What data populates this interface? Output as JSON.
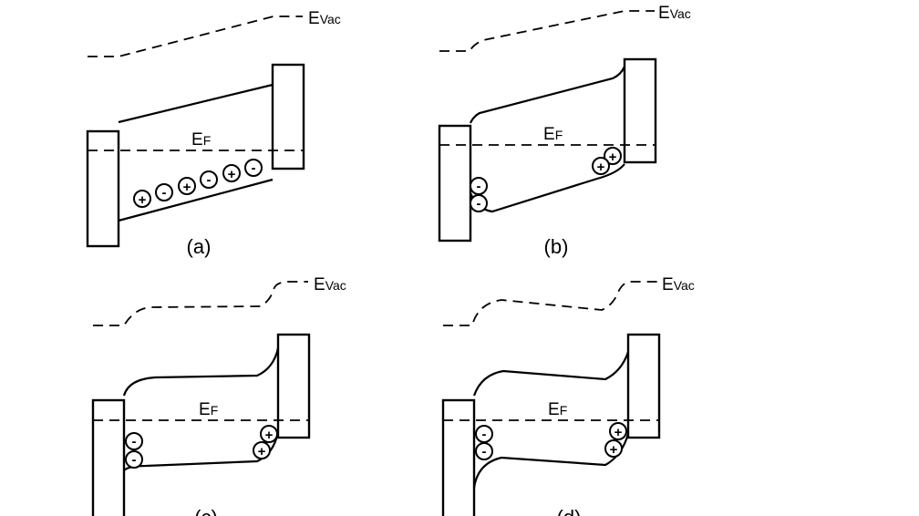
{
  "labels": {
    "vacuum_main": "E",
    "vacuum_sub": "Vac",
    "fermi_main": "E",
    "fermi_sub": "F"
  },
  "panels": [
    {
      "id": "a",
      "caption": "(a)"
    },
    {
      "id": "b",
      "caption": "(b)"
    },
    {
      "id": "c",
      "caption": "(c)"
    },
    {
      "id": "d",
      "caption": "(d)"
    }
  ],
  "charges": {
    "positive": "+",
    "negative": "-"
  }
}
